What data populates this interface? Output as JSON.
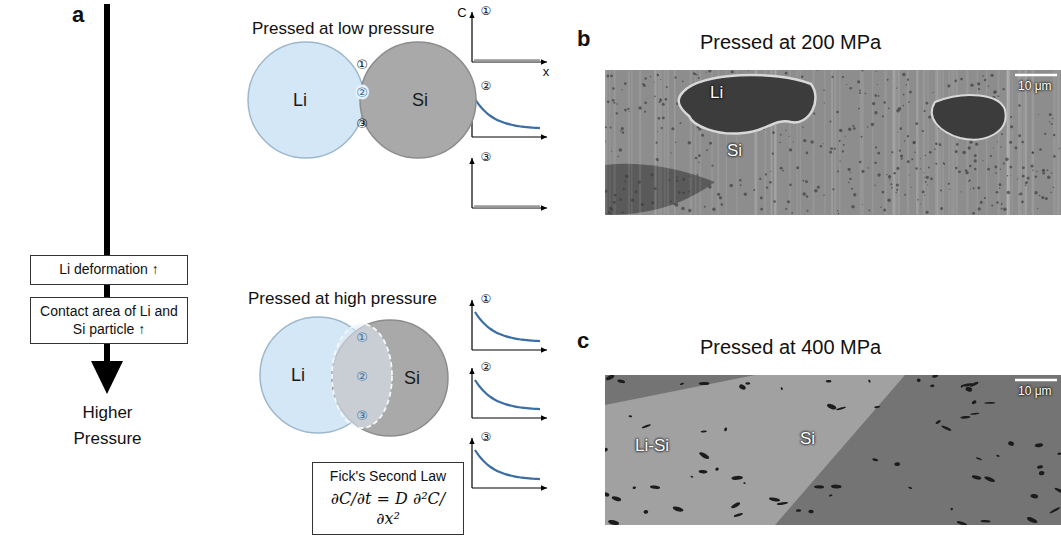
{
  "diagram": {
    "nodes": [
      {
        "text": [
          "Li deformation ↑"
        ]
      },
      {
        "text": [
          "Contact area of Li and Si particle ↑"
        ]
      },
      {
        "text": [
          "Li"
        ]
      },
      {
        "text": [
          "Si"
        ]
      },
      {
        "text": [
          "Li"
        ]
      },
      {
        "text": [
          "Si"
        ]
      },
      {
        "text": [
          "Fick's Second Law",
          "∂C/∂t = D ∂²C/∂x²"
        ]
      },
      {
        "text": [
          "Pressed at 200 MPa",
          "Li",
          "Si",
          "10 μm"
        ]
      },
      {
        "text": [
          "Pressed at 400 MPa",
          "Li-Si",
          "Si",
          "10 μm"
        ]
      }
    ],
    "labels": [
      "a",
      "Pressed at low pressure",
      "①",
      "②",
      "③",
      "C",
      "①",
      "x",
      "②",
      "③",
      "Pressed at high pressure",
      "①",
      "②",
      "③",
      "①",
      "②",
      "③",
      "Higher Pressure",
      "b",
      "c"
    ]
  }
}
